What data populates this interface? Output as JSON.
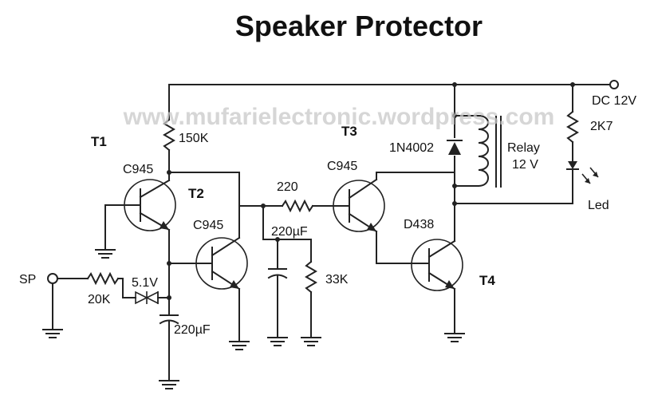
{
  "title": "Speaker  Protector",
  "watermark": "www.mufarielectronic.wordpress.com",
  "supply": "DC 12V",
  "input": "SP",
  "transistors": {
    "t1": {
      "label": "T1",
      "part": "C945"
    },
    "t2": {
      "label": "T2",
      "part": "C945"
    },
    "t3": {
      "label": "T3",
      "part": "C945"
    },
    "t4": {
      "label": "T4",
      "part": "D438"
    }
  },
  "components": {
    "r_150k": "150K",
    "r_20k": "20K",
    "zener": "5.1V",
    "c_input": "220µF",
    "r_220": "220",
    "c_mid": "220µF",
    "r_33k": "33K",
    "diode": "1N4002",
    "relay_line1": "Relay",
    "relay_line2": "12 V",
    "r_2k7": "2K7",
    "led": "Led"
  }
}
